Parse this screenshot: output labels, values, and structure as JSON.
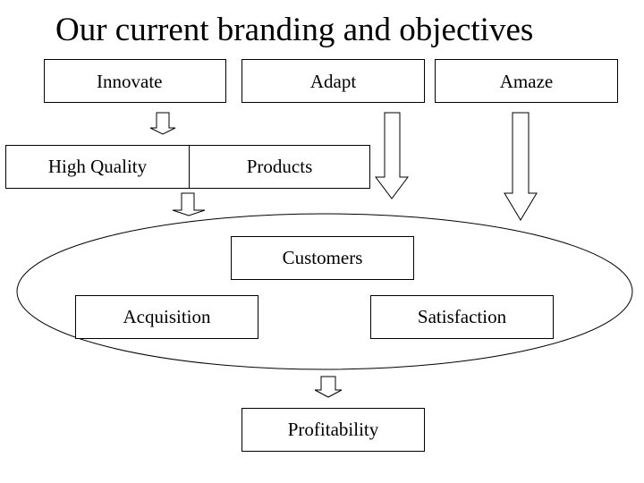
{
  "title": "Our current branding and objectives",
  "nodes": {
    "innovate": "Innovate",
    "adapt": "Adapt",
    "amaze": "Amaze",
    "high_quality": "High Quality",
    "products": "Products",
    "customers": "Customers",
    "acquisition": "Acquisition",
    "satisfaction": "Satisfaction",
    "profitability": "Profitability"
  },
  "colors": {
    "stroke": "#000000",
    "fill": "#ffffff"
  }
}
